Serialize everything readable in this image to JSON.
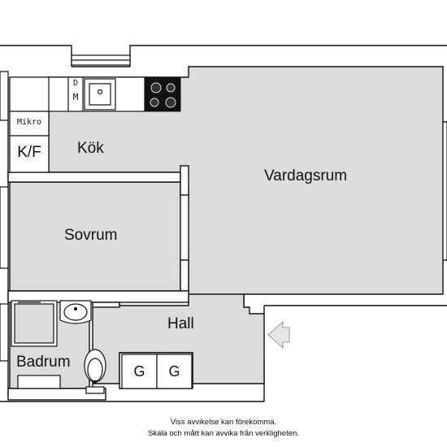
{
  "rooms": {
    "kitchen": "Kök",
    "living_room": "Vardagsrum",
    "bedroom": "Sovrum",
    "hall": "Hall",
    "bathroom": "Badrum"
  },
  "fixtures": {
    "microwave": "Mikro",
    "fridge_freezer": "K/F",
    "dishwasher_letter": "D",
    "microwave_letter": "M",
    "wardrobe_1": "G",
    "wardrobe_2": "G"
  },
  "disclaimer": {
    "line1": "Viss avvikelse kan förekomma.",
    "line2": "Skala och mått kan avvika från verkligheten."
  },
  "colors": {
    "floor": "#dcdcdc",
    "wall": "#111111",
    "background": "#ffffff",
    "arrow": "#c8c8c8"
  }
}
